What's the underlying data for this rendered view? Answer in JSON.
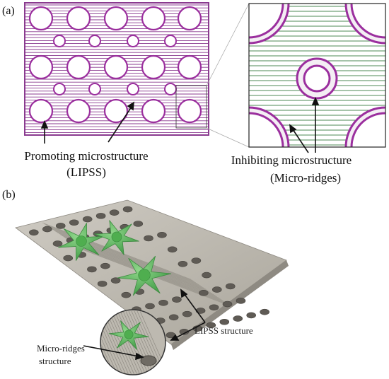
{
  "panel_a": {
    "label": "(a)",
    "promoting_line1": "Promoting microstructure",
    "promoting_line2": "(LIPSS)",
    "inhibiting_line1": "Inhibiting microstructure",
    "inhibiting_line2": "(Micro-ridges)"
  },
  "panel_b": {
    "label": "(b)",
    "lipss_label": "LIPSS structure",
    "microridge_line1": "Micro-ridges",
    "microridge_line2": "structure"
  },
  "colors": {
    "ridge_purple": "#9b2f9e",
    "lipss_line": "#8a3a8f",
    "zoom_lines": "#4e8a55",
    "cell_green": "#5cae5c",
    "plate_gray": "#b9b6ae"
  }
}
